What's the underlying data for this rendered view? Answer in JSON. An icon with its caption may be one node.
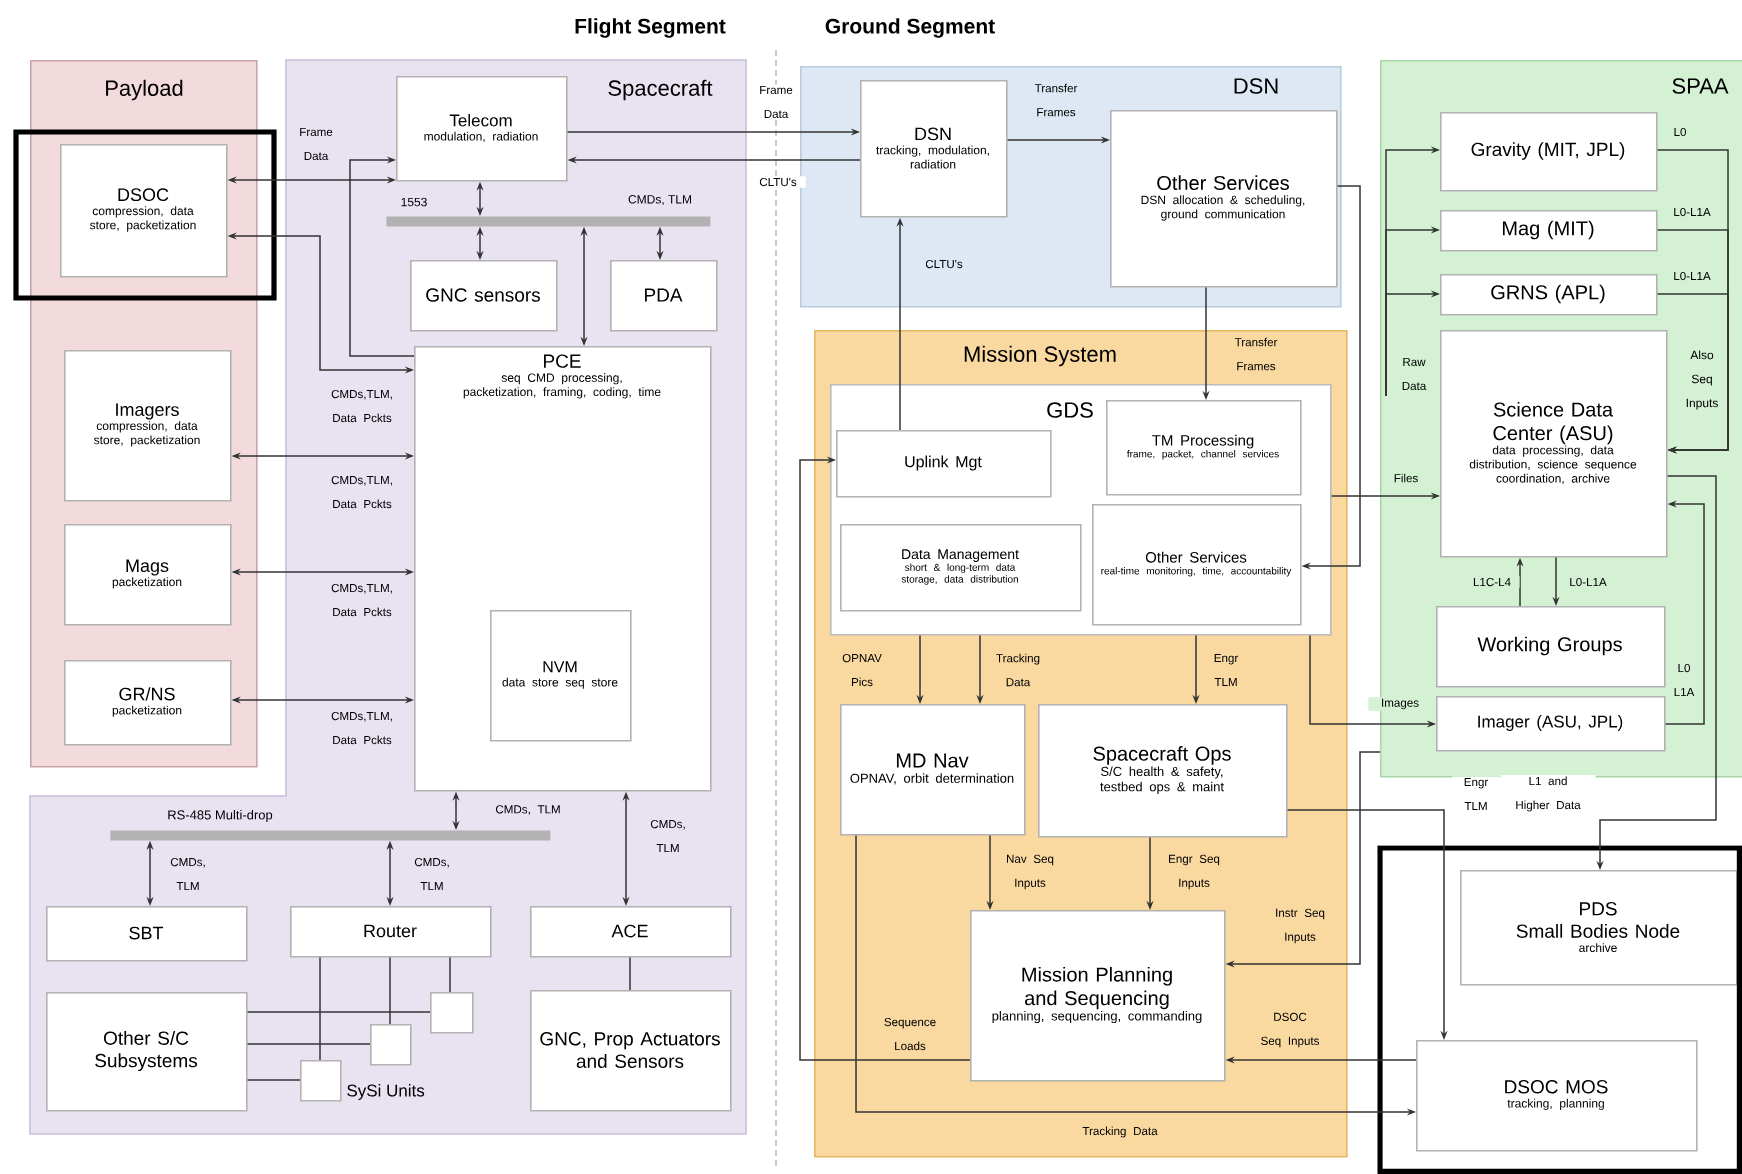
{
  "diagram": {
    "nodes": [
      {
        "text": [
          "Payload"
        ]
      },
      {
        "text": [
          "DSOC",
          "compression, data store, packetization"
        ],
        "in": 0
      },
      {
        "text": [
          "Imagers",
          "compression, data store, packetization"
        ],
        "in": 0
      },
      {
        "text": [
          "Mags",
          "packetization"
        ],
        "in": 0
      },
      {
        "text": [
          "GR/NS",
          "packetization"
        ],
        "in": 0
      },
      {
        "text": [
          "Spacecraft"
        ]
      },
      {
        "text": [
          "Telecom",
          "modulation, radiation"
        ],
        "in": 5
      },
      {
        "text": [
          "GNC sensors"
        ],
        "in": 5
      },
      {
        "text": [
          "PDA"
        ],
        "in": 5
      },
      {
        "text": [
          "PCE",
          "seq CMD processing, packetization, framing, coding, time"
        ],
        "in": 5
      },
      {
        "text": [
          "NVM",
          "data store seq store"
        ],
        "in": 9
      },
      {
        "text": [
          "SBT"
        ],
        "in": 5
      },
      {
        "text": [
          "Router"
        ],
        "in": 5
      },
      {
        "text": [
          "ACE"
        ],
        "in": 5
      },
      {
        "text": [
          "Other S/C Subsystems"
        ],
        "in": 5
      },
      {
        "text": [],
        "shape": "box",
        "in": 5
      },
      {
        "text": [],
        "shape": "box",
        "in": 5
      },
      {
        "text": [],
        "shape": "box",
        "in": 5
      },
      {
        "text": [
          "GNC, Prop Actuators and Sensors"
        ],
        "in": 5
      },
      {
        "text": [],
        "shape": "bar",
        "beside": [
          "1553",
          "CMDs, TLM"
        ],
        "in": 5
      },
      {
        "text": [],
        "shape": "bar",
        "beside": [
          "RS-485 Multi-drop"
        ],
        "in": 5
      },
      {
        "text": [
          "DSN"
        ]
      },
      {
        "text": [
          "DSN",
          "tracking, modulation, radiation"
        ],
        "in": 21
      },
      {
        "text": [
          "Other Services",
          "DSN allocation & scheduling, ground communication"
        ],
        "in": 21
      },
      {
        "text": [
          "Mission System"
        ]
      },
      {
        "text": [
          "GDS"
        ],
        "in": 24
      },
      {
        "text": [
          "Uplink Mgt"
        ],
        "in": 25
      },
      {
        "text": [
          "TM Processing",
          "frame, packet, channel services"
        ],
        "in": 25
      },
      {
        "text": [
          "Data Management",
          "short & long-term data storage, data distribution"
        ],
        "in": 25
      },
      {
        "text": [
          "Other Services",
          "real-time monitoring, time, accountability"
        ],
        "in": 25
      },
      {
        "text": [
          "MD Nav",
          "OPNAV, orbit determination"
        ],
        "in": 24
      },
      {
        "text": [
          "Spacecraft Ops",
          "S/C health & safety, testbed ops & maint"
        ],
        "in": 24
      },
      {
        "text": [
          "Mission Planning and Sequencing",
          "planning, sequencing, commanding"
        ],
        "in": 24
      },
      {
        "text": [
          "SPAA"
        ]
      },
      {
        "text": [
          "Gravity (MIT, JPL)"
        ],
        "in": 33
      },
      {
        "text": [
          "Mag (MIT)"
        ],
        "in": 33
      },
      {
        "text": [
          "GRNS (APL)"
        ],
        "in": 33
      },
      {
        "text": [
          "Science Data Center (ASU)",
          "data processing, data distribution, science sequence coordination, archive"
        ],
        "in": 33
      },
      {
        "text": [
          "Working Groups"
        ],
        "in": 33
      },
      {
        "text": [
          "Imager (ASU, JPL)"
        ],
        "in": 33
      },
      {
        "text": [
          "PDS",
          "Small Bodies Node",
          "archive"
        ]
      },
      {
        "text": [
          "DSOC MOS",
          "tracking, planning"
        ]
      }
    ],
    "edges": [
      {
        "from": 1,
        "to": 6,
        "arrow": "both",
        "label": "Frame Data"
      },
      {
        "from": 9,
        "to": 6,
        "arrow": "to"
      },
      {
        "from": 1,
        "to": 9,
        "arrow": "both",
        "label": "CMDs,TLM, Data Pckts"
      },
      {
        "from": 2,
        "to": 9,
        "arrow": "both",
        "label": "CMDs,TLM, Data Pckts"
      },
      {
        "from": 3,
        "to": 9,
        "arrow": "both",
        "label": "CMDs,TLM, Data Pckts"
      },
      {
        "from": 4,
        "to": 9,
        "arrow": "both",
        "label": "CMDs,TLM, Data Pckts"
      },
      {
        "from": 6,
        "to": 19,
        "arrow": "both"
      },
      {
        "from": 7,
        "to": 19,
        "arrow": "both"
      },
      {
        "from": 9,
        "to": 19,
        "arrow": "both"
      },
      {
        "from": 8,
        "to": 19,
        "arrow": "both"
      },
      {
        "from": 9,
        "to": 20,
        "arrow": "both",
        "label": "CMDs, TLM"
      },
      {
        "from": 9,
        "to": 13,
        "arrow": "both",
        "label": "CMDs, TLM"
      },
      {
        "from": 20,
        "to": 11,
        "arrow": "both",
        "label": "CMDs, TLM"
      },
      {
        "from": 20,
        "to": 12,
        "arrow": "both",
        "label": "CMDs, TLM"
      },
      {
        "from": 12,
        "to": 15,
        "arrow": "none"
      },
      {
        "from": 12,
        "to": 16,
        "arrow": "none"
      },
      {
        "from": 12,
        "to": 17,
        "arrow": "none"
      },
      {
        "from": 14,
        "to": 15,
        "arrow": "none"
      },
      {
        "from": 14,
        "to": 16,
        "arrow": "none"
      },
      {
        "from": 14,
        "to": 17,
        "arrow": "none"
      },
      {
        "from": 13,
        "to": 18,
        "arrow": "none"
      },
      {
        "from": 6,
        "to": 22,
        "arrow": "to",
        "label": "Frame Data"
      },
      {
        "from": 22,
        "to": 6,
        "arrow": "to",
        "label": "CLTU's"
      },
      {
        "from": 22,
        "to": 23,
        "arrow": "to",
        "label": "Transfer Frames"
      },
      {
        "from": 26,
        "to": 22,
        "arrow": "to",
        "label": "CLTU's"
      },
      {
        "from": 23,
        "to": 27,
        "arrow": "to",
        "label": "Transfer Frames"
      },
      {
        "from": 23,
        "to": 29,
        "arrow": "to"
      },
      {
        "from": null,
        "to": 34,
        "arrow": "to",
        "label": "Raw Data"
      },
      {
        "from": null,
        "to": 35,
        "arrow": "to"
      },
      {
        "from": null,
        "to": 36,
        "arrow": "to"
      },
      {
        "from": 34,
        "to": 37,
        "arrow": "to",
        "label": "L0"
      },
      {
        "from": 35,
        "to": 37,
        "arrow": "to",
        "label": "L0-L1A"
      },
      {
        "from": 36,
        "to": 37,
        "arrow": "to",
        "label": "L0-L1A"
      },
      {
        "from": 38,
        "to": 37,
        "arrow": "to",
        "label": "L1C-L4"
      },
      {
        "from": 37,
        "to": 38,
        "arrow": "to",
        "label": "L0-L1A"
      },
      {
        "from": 39,
        "to": 37,
        "arrow": "to",
        "label": "L0 L1A"
      },
      {
        "from": 25,
        "to": 37,
        "arrow": "to",
        "label": "Files"
      },
      {
        "from": 25,
        "to": 39,
        "arrow": "to",
        "label": "Images"
      },
      {
        "from": 25,
        "to": 30,
        "arrow": "to",
        "label": "OPNAV Pics"
      },
      {
        "from": 25,
        "to": 30,
        "arrow": "to",
        "label": "Tracking Data"
      },
      {
        "from": 25,
        "to": 31,
        "arrow": "to",
        "label": "Engr TLM"
      },
      {
        "from": 30,
        "to": 32,
        "arrow": "to",
        "label": "Nav Seq Inputs"
      },
      {
        "from": 31,
        "to": 32,
        "arrow": "to",
        "label": "Engr Seq Inputs"
      },
      {
        "from": 33,
        "to": 32,
        "arrow": "to",
        "label": "Instr Seq Inputs"
      },
      {
        "from": 41,
        "to": 32,
        "arrow": "to",
        "label": "DSOC Seq Inputs"
      },
      {
        "from": 31,
        "to": 41,
        "arrow": "to",
        "label": "Engr TLM"
      },
      {
        "from": 37,
        "to": 40,
        "arrow": "to",
        "label": "L1 and Higher Data"
      },
      {
        "from": 30,
        "to": 41,
        "arrow": "to",
        "label": "Tracking Data"
      },
      {
        "from": 32,
        "to": 26,
        "arrow": "to",
        "label": "Sequence Loads"
      }
    ],
    "labels": [
      "Flight Segment",
      "Ground Segment",
      "SySi Units",
      "Also Seq Inputs"
    ]
  }
}
